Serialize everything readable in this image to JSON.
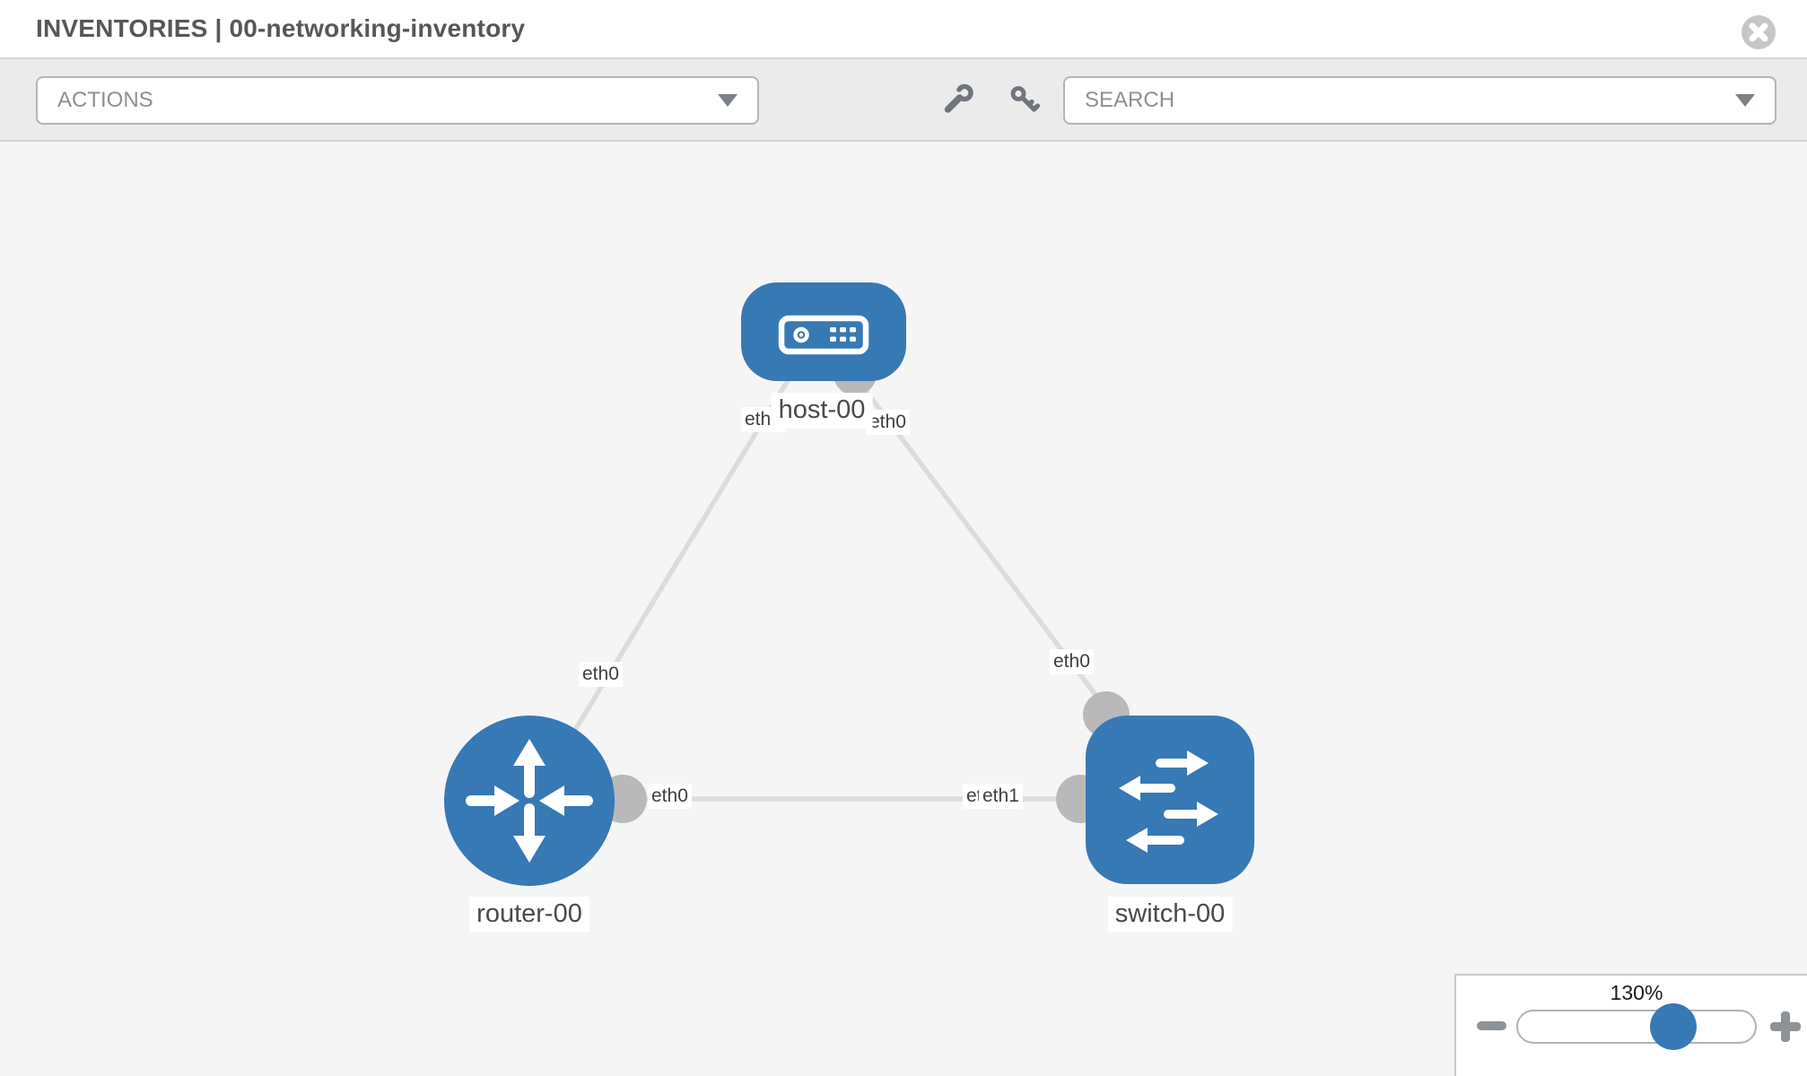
{
  "window": {
    "title": "INVENTORIES | 00-networking-inventory"
  },
  "toolbar": {
    "actions_dropdown": {
      "label": "ACTIONS"
    },
    "search_box": {
      "placeholder": "SEARCH",
      "value": ""
    },
    "icons": [
      "wrench-icon",
      "key-icon"
    ]
  },
  "topology": {
    "nodes": [
      {
        "id": "host-00",
        "label": "host-00",
        "type": "host",
        "shape": "rounded-rect",
        "icon": "server-icon"
      },
      {
        "id": "router-00",
        "label": "router-00",
        "type": "router",
        "shape": "circle",
        "icon": "router-arrows-icon"
      },
      {
        "id": "switch-00",
        "label": "switch-00",
        "type": "switch",
        "shape": "rounded-square",
        "icon": "switch-arrows-icon"
      }
    ],
    "links": [
      {
        "from": "host-00",
        "to": "router-00",
        "from_interface": "eth0",
        "to_interface": "eth0"
      },
      {
        "from": "host-00",
        "to": "switch-00",
        "from_interface": "eth0",
        "to_interface": "eth0"
      },
      {
        "from": "router-00",
        "to": "switch-00",
        "from_interface": "eth0",
        "to_interface": "eth1"
      }
    ],
    "interfaces": {
      "host_router_at_host": "eth0",
      "host_router_at_router": "eth0",
      "host_switch_at_host": "eth0",
      "host_switch_at_switch": "eth0",
      "router_switch_at_router": "eth0",
      "router_switch_at_switch_back": "eth0",
      "router_switch_at_switch_front": "eth1"
    }
  },
  "zoom_control": {
    "level_label": "130%",
    "percent": 130,
    "buttons": [
      "zoom-out-minus",
      "zoom-in-plus"
    ]
  },
  "colors": {
    "node_blue": "#3779b5",
    "connector_gray": "#b9b9b9",
    "link_gray": "#dcdcdc",
    "canvas_bg": "#f5f5f5",
    "toolbar_bg": "#ebebeb"
  }
}
